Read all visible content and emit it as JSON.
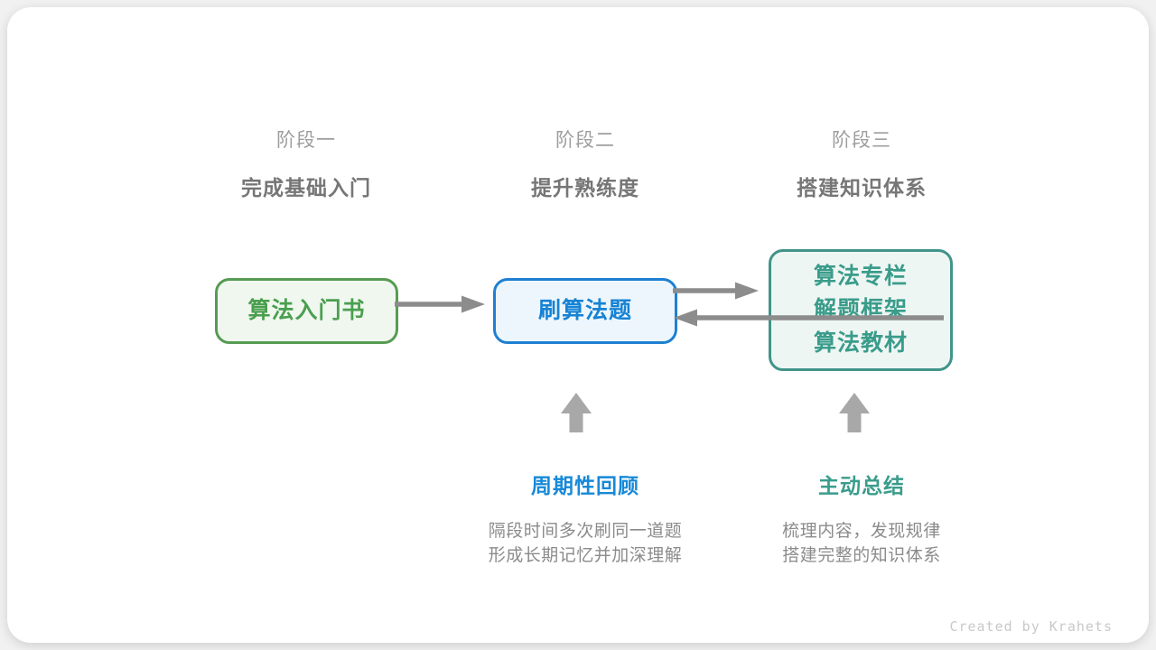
{
  "stages": [
    {
      "label": "阶段一",
      "subtitle": "完成基础入门"
    },
    {
      "label": "阶段二",
      "subtitle": "提升熟练度"
    },
    {
      "label": "阶段三",
      "subtitle": "搭建知识体系"
    }
  ],
  "nodes": [
    {
      "lines": [
        "算法入门书"
      ]
    },
    {
      "lines": [
        "刷算法题"
      ]
    },
    {
      "lines": [
        "算法专栏",
        "解题框架",
        "算法教材"
      ]
    }
  ],
  "annotations": [
    {
      "title": "周期性回顾",
      "desc_lines": [
        "隔段时间多次刷同一道题",
        "形成长期记忆并加深理解"
      ]
    },
    {
      "title": "主动总结",
      "desc_lines": [
        "梳理内容，发现规律",
        "搭建完整的知识体系"
      ]
    }
  ],
  "watermark": "Created by Krahets",
  "colors": {
    "green_border": "#579b53",
    "green_fill": "#f0f7ef",
    "green_text": "#4a9f4e",
    "blue_border": "#1e80d1",
    "blue_fill": "#edf6fd",
    "blue_text": "#1783d4",
    "teal_border": "#41948a",
    "teal_fill": "#eef6f3",
    "teal_text": "#3a9c8b",
    "blue_ann_text": "#1789d8",
    "teal_ann_text": "#3a9c8b",
    "arrow_gray": "#8c8c8c",
    "up_arrow_gray": "#a8a8a8",
    "stage_label_gray": "#9e9e9e",
    "stage_subtitle_gray": "#767676",
    "desc_gray": "#8b8b8b",
    "watermark_gray": "#c9c9c9"
  }
}
